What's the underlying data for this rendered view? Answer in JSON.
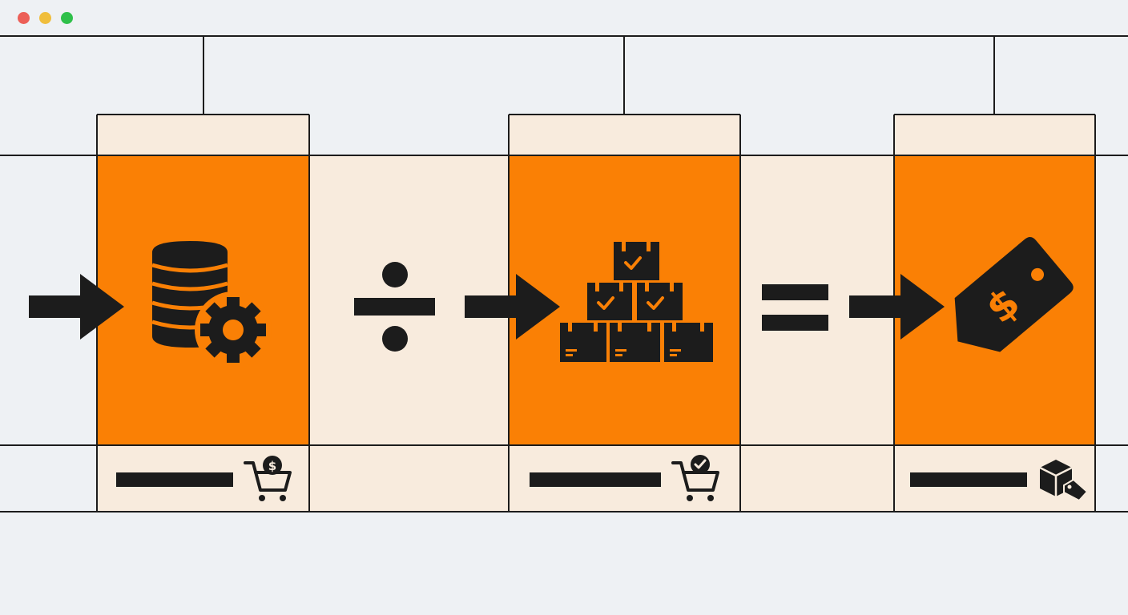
{
  "window": {
    "controls": [
      {
        "name": "close",
        "color": "#ec5f57"
      },
      {
        "name": "minimize",
        "color": "#f0be3c"
      },
      {
        "name": "maximize",
        "color": "#2fc04a"
      }
    ]
  },
  "colors": {
    "background": "#eef1f4",
    "panel": "#fa8005",
    "cell": "#f8ebdd",
    "ink": "#1c1c1c"
  },
  "stages": [
    {
      "icon": "database-gear-icon",
      "footer_icon": "cart-dollar-icon"
    },
    {
      "icon": "stacked-boxes-check-icon",
      "footer_icon": "cart-check-icon"
    },
    {
      "icon": "price-tag-dollar-icon",
      "footer_icon": "box-tag-icon"
    }
  ],
  "operators": [
    "divide-icon",
    "equals-icon"
  ],
  "arrows": [
    "arrow-right-icon",
    "arrow-right-icon",
    "arrow-right-icon"
  ]
}
